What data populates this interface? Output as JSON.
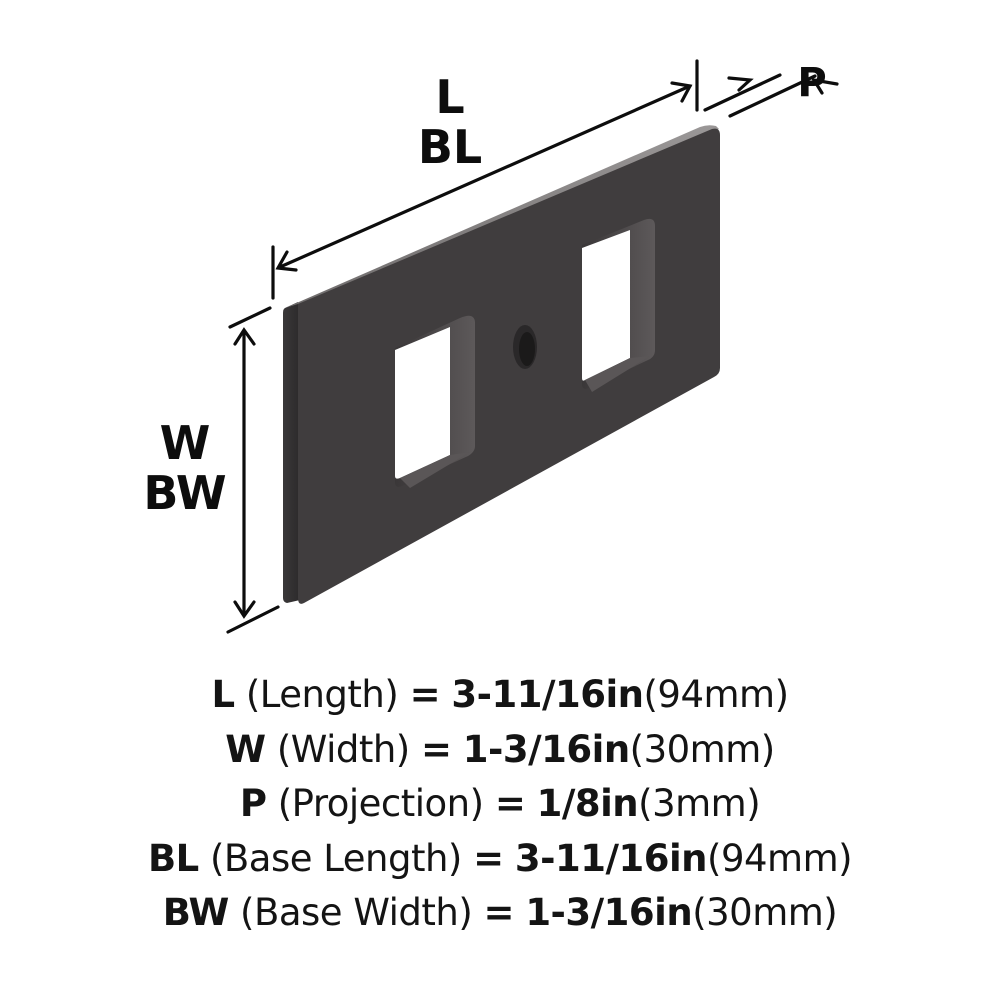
{
  "diagram": {
    "title": "Backplate dimension diagram",
    "dimension_labels": {
      "length": [
        "L",
        "BL"
      ],
      "width": [
        "W",
        "BW"
      ],
      "projection": "P"
    },
    "colors": {
      "plate_face": "#403d3e",
      "plate_top_edge": "#8a8787",
      "plate_side_edge": "#2f2d2e",
      "hole_inner_wall": "#565253",
      "dimension_line": "#0d0d0d",
      "background": "#ffffff"
    }
  },
  "specs": [
    {
      "abbr": "L",
      "desc": "(Length)",
      "eq": "=",
      "imperial": "3-11/16in",
      "metric": "(94mm)"
    },
    {
      "abbr": "W",
      "desc": "(Width)",
      "eq": "=",
      "imperial": "1-3/16in",
      "metric": "(30mm)"
    },
    {
      "abbr": "P",
      "desc": "(Projection)",
      "eq": "=",
      "imperial": "1/8in",
      "metric": "(3mm)"
    },
    {
      "abbr": "BL",
      "desc": "(Base Length)",
      "eq": "=",
      "imperial": "3-11/16in",
      "metric": "(94mm)"
    },
    {
      "abbr": "BW",
      "desc": "(Base Width)",
      "eq": "=",
      "imperial": "1-3/16in",
      "metric": "(30mm)"
    }
  ]
}
